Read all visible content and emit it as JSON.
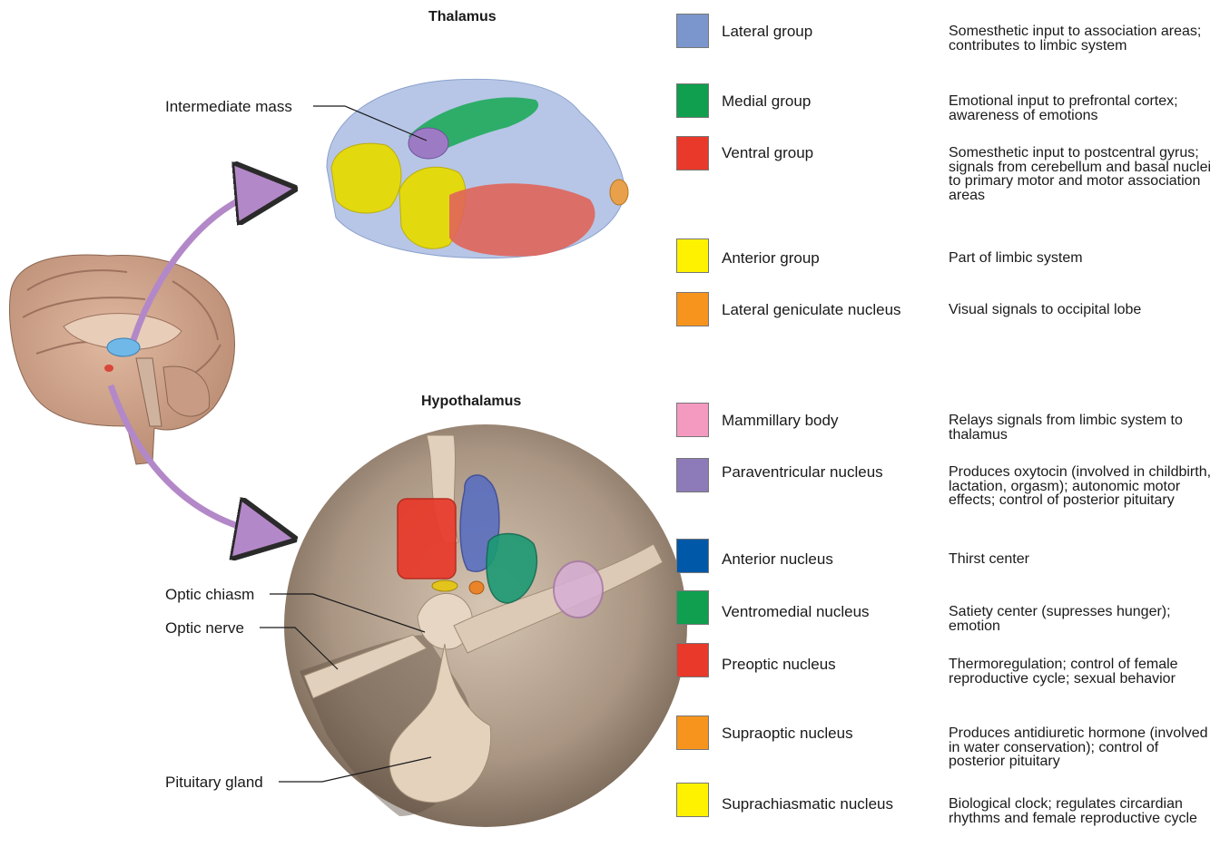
{
  "thalamus": {
    "title": "Thalamus",
    "callouts": [
      "Intermediate mass"
    ],
    "legend": [
      {
        "name": "Lateral group",
        "color": "#7b96cc",
        "desc": "Somesthetic input to association areas; contributes to limbic system"
      },
      {
        "name": "Medial group",
        "color": "#0f9f4e",
        "desc": "Emotional input to prefrontal cortex; awareness of emotions"
      },
      {
        "name": "Ventral group",
        "color": "#e8392a",
        "desc": "Somesthetic input to postcentral gyrus; signals from cerebellum and basal nuclei to primary motor and motor association areas"
      },
      {
        "name": "Anterior group",
        "color": "#fff200",
        "desc": "Part of limbic system"
      },
      {
        "name": "Lateral geniculate nucleus",
        "color": "#f7941d",
        "desc": "Visual signals to occipital lobe"
      }
    ]
  },
  "hypothalamus": {
    "title": "Hypothalamus",
    "callouts": [
      "Optic chiasm",
      "Optic nerve",
      "Pituitary gland"
    ],
    "legend": [
      {
        "name": "Mammillary body",
        "color": "#f49ac1",
        "desc": "Relays signals from limbic system to thalamus"
      },
      {
        "name": "Paraventricular nucleus",
        "color": "#8c7bb8",
        "desc": "Produces oxytocin (involved in childbirth, lactation, orgasm); autonomic motor effects; control of posterior pituitary"
      },
      {
        "name": "Anterior nucleus",
        "color": "#0058a8",
        "desc": "Thirst center"
      },
      {
        "name": "Ventromedial nucleus",
        "color": "#0f9f4e",
        "desc": "Satiety center (supresses hunger); emotion"
      },
      {
        "name": "Preoptic nucleus",
        "color": "#e8392a",
        "desc": "Thermoregulation; control of female reproductive cycle; sexual behavior"
      },
      {
        "name": "Supraoptic nucleus",
        "color": "#f7941d",
        "desc": "Produces antidiuretic hormone (involved in water conservation); control of posterior pituitary"
      },
      {
        "name": "Suprachiasmatic nucleus",
        "color": "#fff200",
        "desc": "Biological clock; regulates circardian rhythms and female reproductive cycle"
      }
    ]
  }
}
